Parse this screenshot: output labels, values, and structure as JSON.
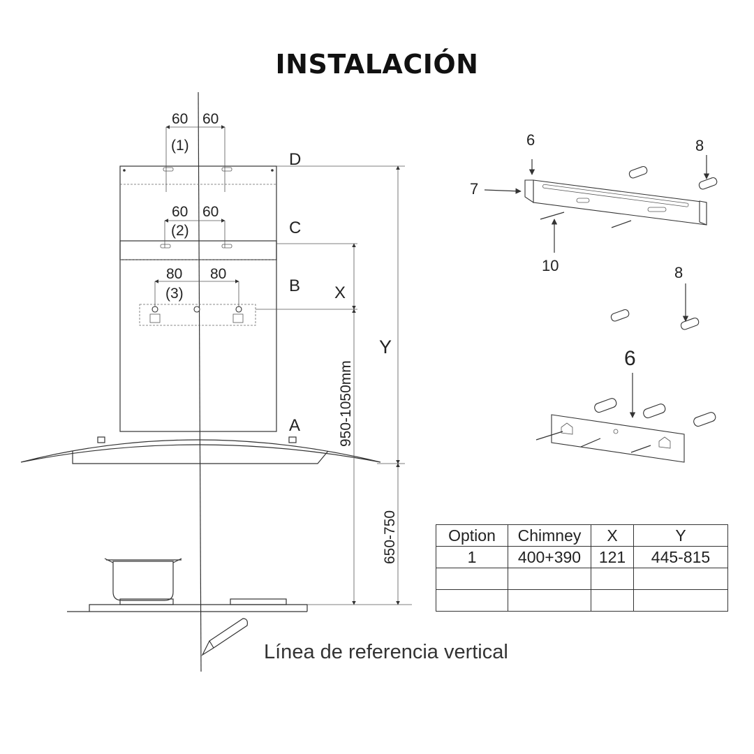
{
  "title": "INSTALACIÓN",
  "diagram": {
    "labels": {
      "D": "D",
      "C": "C",
      "B": "B",
      "A": "A",
      "X": "X",
      "Y": "Y",
      "hole1": "(1)",
      "hole2": "(2)",
      "hole3": "(3)"
    },
    "dims": {
      "d1_left": "60",
      "d1_right": "60",
      "d2_left": "60",
      "d2_right": "60",
      "d3_left": "80",
      "d3_right": "80",
      "height_hood": "950-1050mm",
      "height_hob": "650-750"
    },
    "parts": {
      "p6_top": "6",
      "p7": "7",
      "p8_top": "8",
      "p10": "10",
      "p8_bottom": "8",
      "p6_bottom": "6"
    },
    "caption": "Línea de referencia vertical"
  },
  "table": {
    "headers": [
      "Option",
      "Chimney",
      "X",
      "Y"
    ],
    "rows": [
      [
        "1",
        "400+390",
        "121",
        "445-815"
      ],
      [
        "",
        "",
        "",
        ""
      ],
      [
        "",
        "",
        "",
        ""
      ]
    ]
  }
}
